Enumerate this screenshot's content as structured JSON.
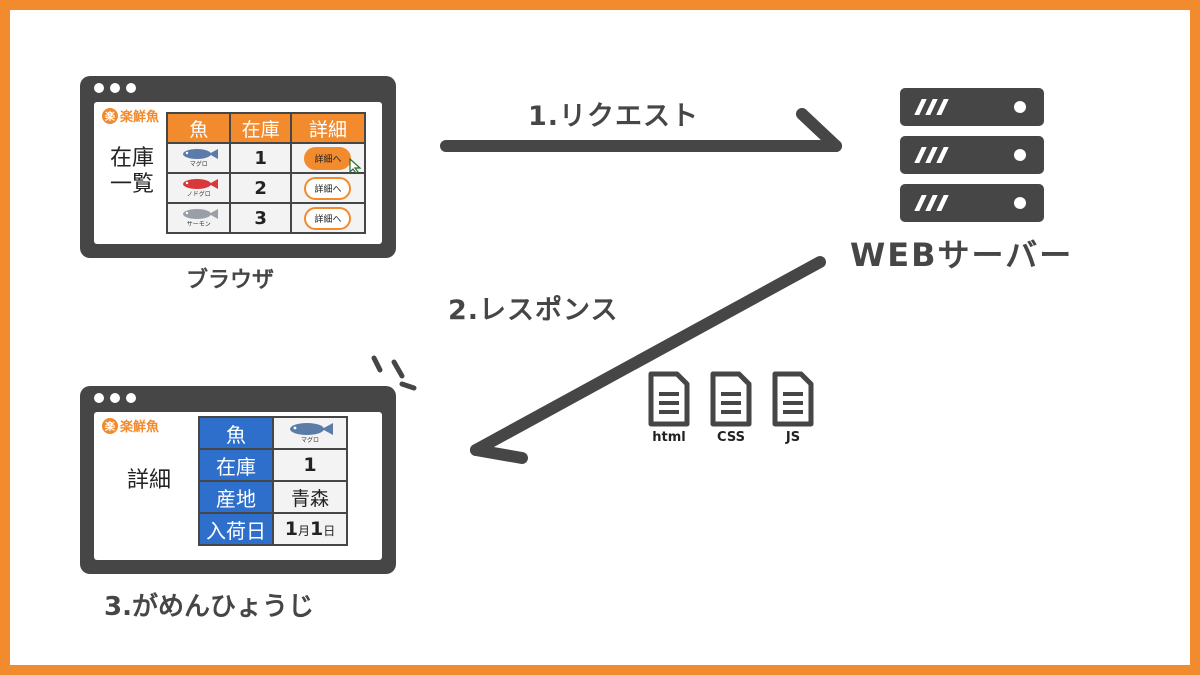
{
  "app_logo": "楽鮮魚",
  "app_logo_mark": "楽",
  "list_page": {
    "title_line1": "在庫",
    "title_line2": "一覧",
    "headers": [
      "魚",
      "在庫",
      "詳細"
    ],
    "rows": [
      {
        "fish": "マグロ",
        "stock": "1",
        "detail": "詳細へ"
      },
      {
        "fish": "ノドグロ",
        "stock": "2",
        "detail": "詳細へ"
      },
      {
        "fish": "サーモン",
        "stock": "3",
        "detail": "詳細へ"
      }
    ]
  },
  "browser_caption": "ブラウザ",
  "request_label": "1.リクエスト",
  "server_label": "WEBサーバー",
  "response_label": "2.レスポンス",
  "files": [
    "html",
    "CSS",
    "JS"
  ],
  "detail_page": {
    "title": "詳細",
    "rows": [
      {
        "key": "魚",
        "value": "マグロ"
      },
      {
        "key": "在庫",
        "value": "1"
      },
      {
        "key": "産地",
        "value": "青森"
      },
      {
        "key": "入荷日",
        "m": "1",
        "m_unit": "月",
        "d": "1",
        "d_unit": "日"
      }
    ]
  },
  "render_caption": "3.がめんひょうじ",
  "colors": {
    "accent": "#f28a2e",
    "blue": "#2f6fcc",
    "dark": "#464646"
  }
}
